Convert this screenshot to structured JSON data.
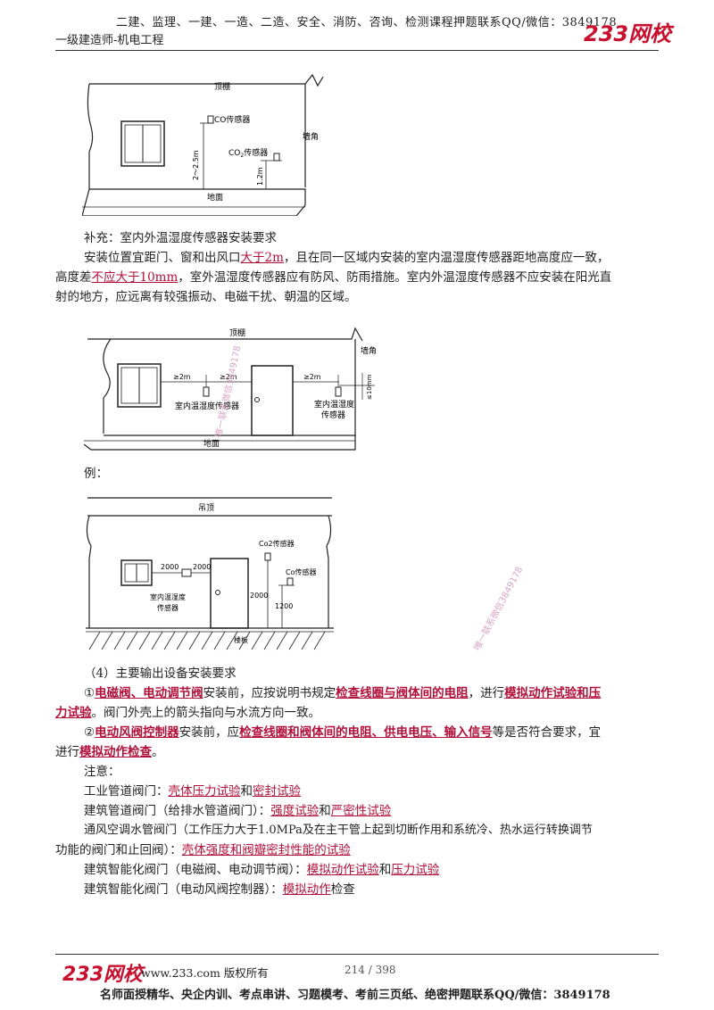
{
  "header": {
    "top_line": "二建、监理、一建、一造、二造、安全、消防、咨询、检测课程押题联系QQ/微信：3849178",
    "subtitle": "一级建造师-机电工程",
    "logo": "233网校"
  },
  "figure1": {
    "ceiling": "顶棚",
    "floor": "地面",
    "corner": "墙角",
    "co_sensor": "CO传感器",
    "co2_sensor_prefix": "CO",
    "co2_sub": "2",
    "co2_sensor_suffix": "传感器",
    "dim_co": "2～2.5m",
    "dim_co2": "1.2m"
  },
  "para1": {
    "title": "补充：室内外温湿度传感器安装要求",
    "l1_a": "安装位置宜距门、窗和出风口",
    "l1_b": "大于2m",
    "l1_c": "，且在同一区域内安装的室内温湿度传感器距地高度应一致，",
    "l2_a": "高度差",
    "l2_b": "不应大于10mm",
    "l2_c": "，室外温湿度传感器应有防风、防雨措施。室内外温湿度传感器不应安装在阳光直",
    "l3": "射的地方，应远离有较强振动、电磁干扰、朝温的区域。"
  },
  "figure2": {
    "ceiling": "顶棚",
    "floor": "地面",
    "corner": "墙角",
    "dim1": "≥2m",
    "dim2": "≥2m",
    "dim3": "≥2m",
    "dim_v": "≤10mm",
    "sensor_left": "室内温湿度传感器",
    "sensor_right_1": "室内温湿度",
    "sensor_right_2": "传感器"
  },
  "example_label": "例：",
  "figure3": {
    "ceiling": "吊顶",
    "floor": "楼板",
    "co2_sensor": "Co2传感器",
    "co_sensor": "Co传感器",
    "dim_a": "2000",
    "dim_b": "2000",
    "dim_c": "2000",
    "dim_d": "1200",
    "sensor_1": "室内温湿度",
    "sensor_2": "传感器"
  },
  "section4": {
    "title": "（4）主要输出设备安装要求",
    "p1_a": "①",
    "p1_b": "电磁阀、电动调节阀",
    "p1_c": "安装前，应按说明书规定",
    "p1_d": "检查线圈与阀体间的电阻",
    "p1_e": "，进行",
    "p1_f": "模拟动作试验和压",
    "p1_g": "力试验",
    "p1_h": "。阀门外壳上的箭头指向与水流方向一致。",
    "p2_a": "②",
    "p2_b": "电动风阀控制器",
    "p2_c": "安装前，应",
    "p2_d": "检查线圈和阀体间的电阻、供电电压、输入信号",
    "p2_e": "等是否符合要求，宜",
    "p2_f": "进行",
    "p2_g": "模拟动作检查",
    "p2_h": "。",
    "note": "注意：",
    "n1_a": "工业管道阀门：",
    "n1_b": "壳体压力试验",
    "n1_c": "和",
    "n1_d": "密封试验",
    "n2_a": "建筑管道阀门（给排水管道阀门）：",
    "n2_b": "强度试验",
    "n2_c": "和",
    "n2_d": "严密性试验",
    "n3_a": "通风空调水管阀门（工作压力大于1.0MPa及在主干管上起到切断作用和系统冷、热水运行转换调节",
    "n3_b": "功能的阀门和止回阀）：",
    "n3_c": "壳体强度和阀瓣密封性能的试验",
    "n4_a": "建筑智能化阀门（电磁阀、电动调节阀）：",
    "n4_b": "模拟动作试验",
    "n4_c": "和",
    "n4_d": "压力试验",
    "n5_a": "建筑智能化阀门（电动风阀控制器）：",
    "n5_b": "模拟动作",
    "n5_c": "检查"
  },
  "watermarks": {
    "w1": "唯一联系微信3849178",
    "w2": "唯一联系微信3849178"
  },
  "footer": {
    "logo": "233网校",
    "url": "www.233.com 版权所有",
    "page": "214 / 398",
    "bottom": "名师面授精华、央企内训、考点串讲、习题模考、考前三页纸、绝密押题联系QQ/微信：3849178"
  }
}
